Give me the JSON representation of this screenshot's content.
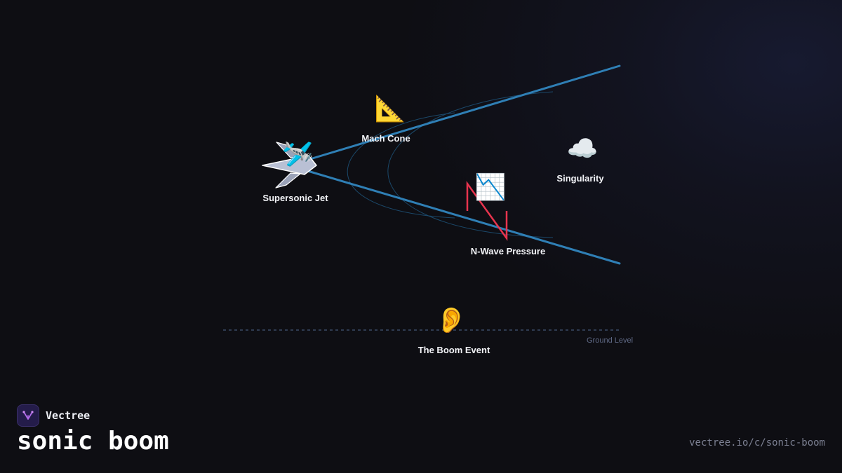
{
  "diagram": {
    "nodes": [
      {
        "id": "jet",
        "label": "Supersonic Jet",
        "icon": "airplane-icon",
        "glyph": "🛩️"
      },
      {
        "id": "mach-cone",
        "label": "Mach Cone",
        "icon": "triangular-ruler-icon",
        "glyph": "📐"
      },
      {
        "id": "singularity",
        "label": "Singularity",
        "icon": "cloud-icon",
        "glyph": "☁️"
      },
      {
        "id": "n-wave",
        "label": "N-Wave Pressure",
        "icon": "chart-decreasing-icon",
        "glyph": "📉"
      },
      {
        "id": "boom",
        "label": "The Boom Event",
        "icon": "ear-icon",
        "glyph": "👂"
      }
    ],
    "ground_label": "Ground Level",
    "colors": {
      "cone_line": "#2f7fb5",
      "wavefront": "#1d4f73",
      "n_wave": "#e8344e",
      "ground_line": "#3a4a66",
      "jet_body": "#b9c0d4"
    }
  },
  "branding": {
    "brand_name": "Vectree",
    "logo_icon": "vectree-logo-icon",
    "title": "sonic boom",
    "url": "vectree.io/c/sonic-boom"
  }
}
